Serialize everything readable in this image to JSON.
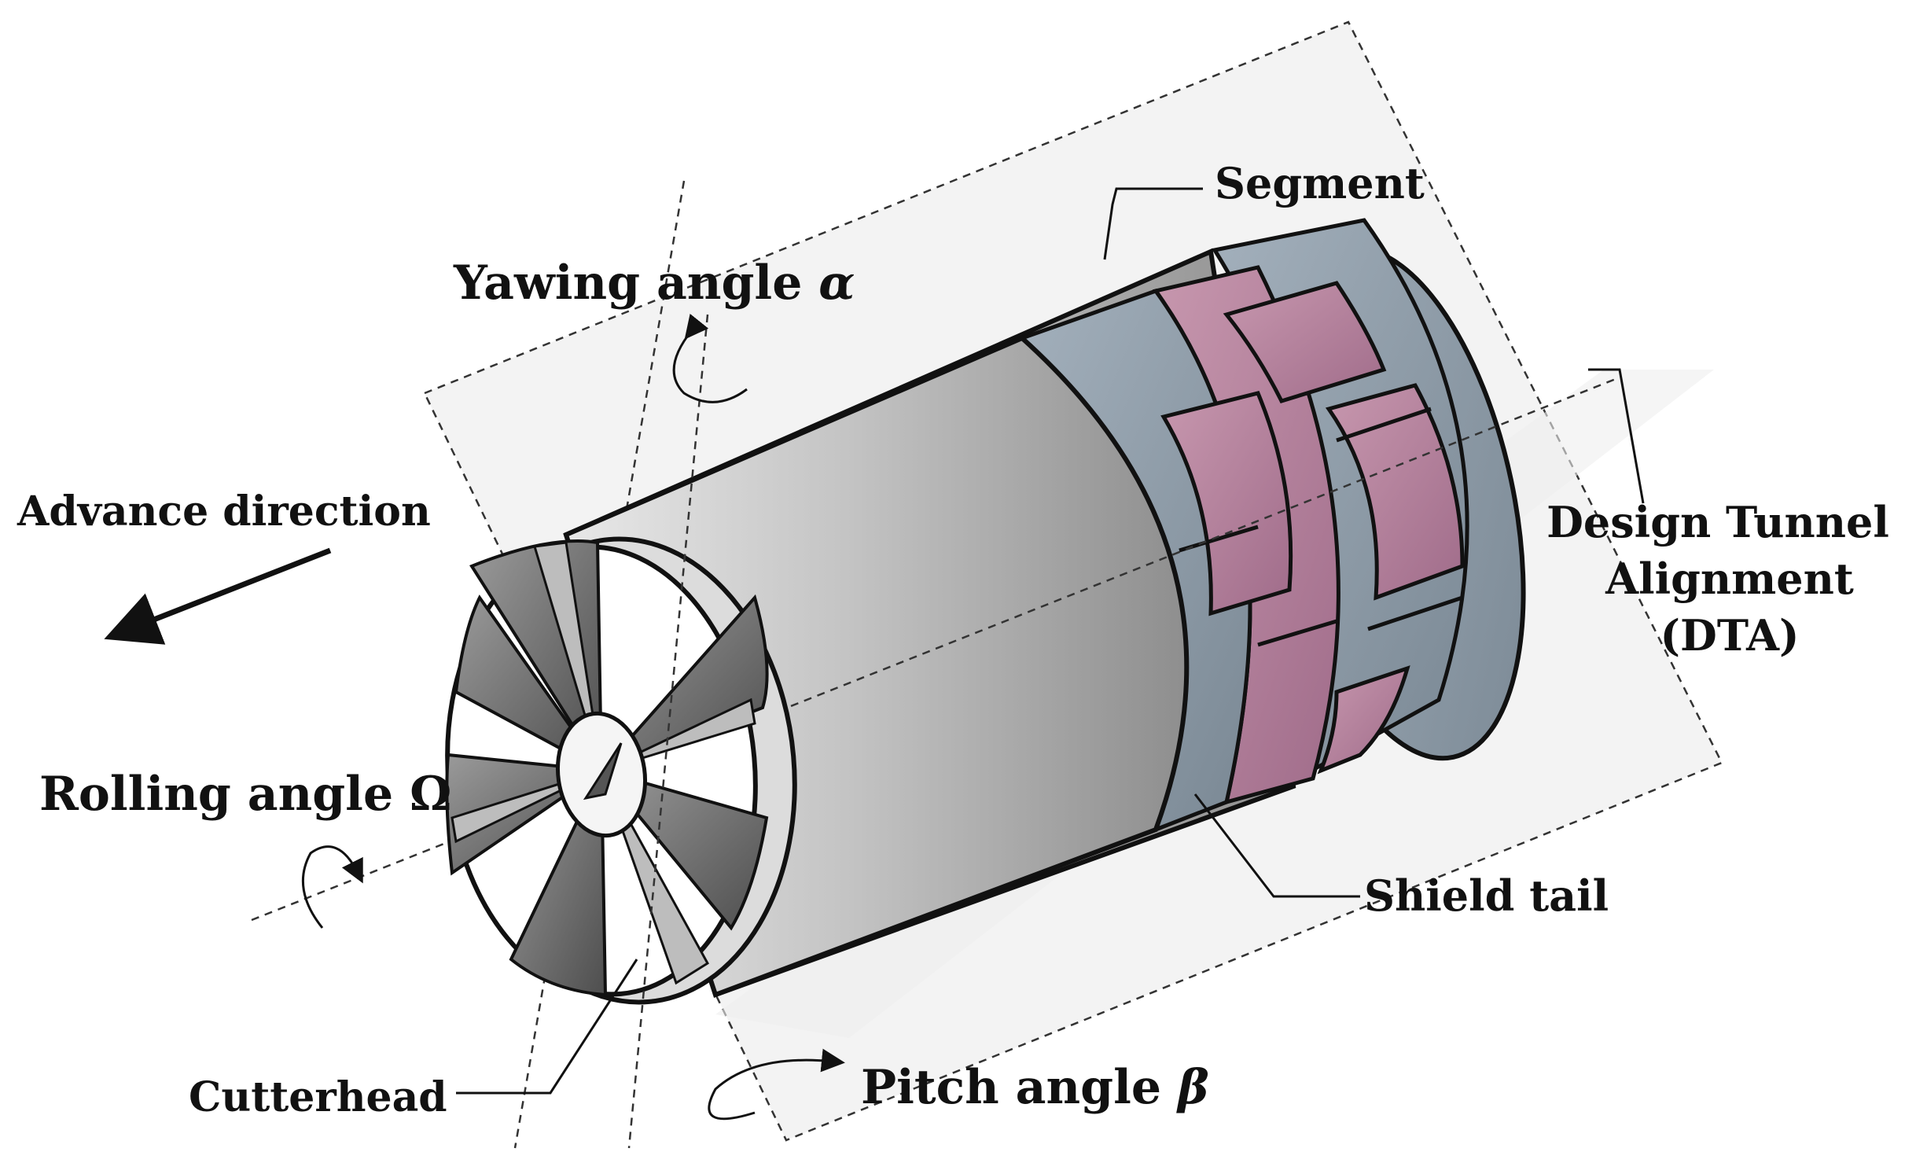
{
  "diagram": {
    "labels": {
      "segment": "Segment",
      "yawing_text": "Yawing angle ",
      "yawing_symbol": "α",
      "advance": "Advance direction",
      "dta_line1": "Design Tunnel",
      "dta_line2": "Alignment",
      "dta_line3": "(DTA)",
      "rolling_text": "Rolling angle ",
      "rolling_symbol": "Ω",
      "shield_tail": "Shield tail",
      "cutterhead": "Cutterhead",
      "pitch_text": "Pitch angle ",
      "pitch_symbol": "β"
    },
    "colors": {
      "shield_body": "#b9b9b9",
      "segment_blue": "#8c9aa8",
      "segment_pink": "#b47f9b",
      "blade_dark": "#6a6a6a",
      "plane": "#f2f2f2"
    }
  }
}
